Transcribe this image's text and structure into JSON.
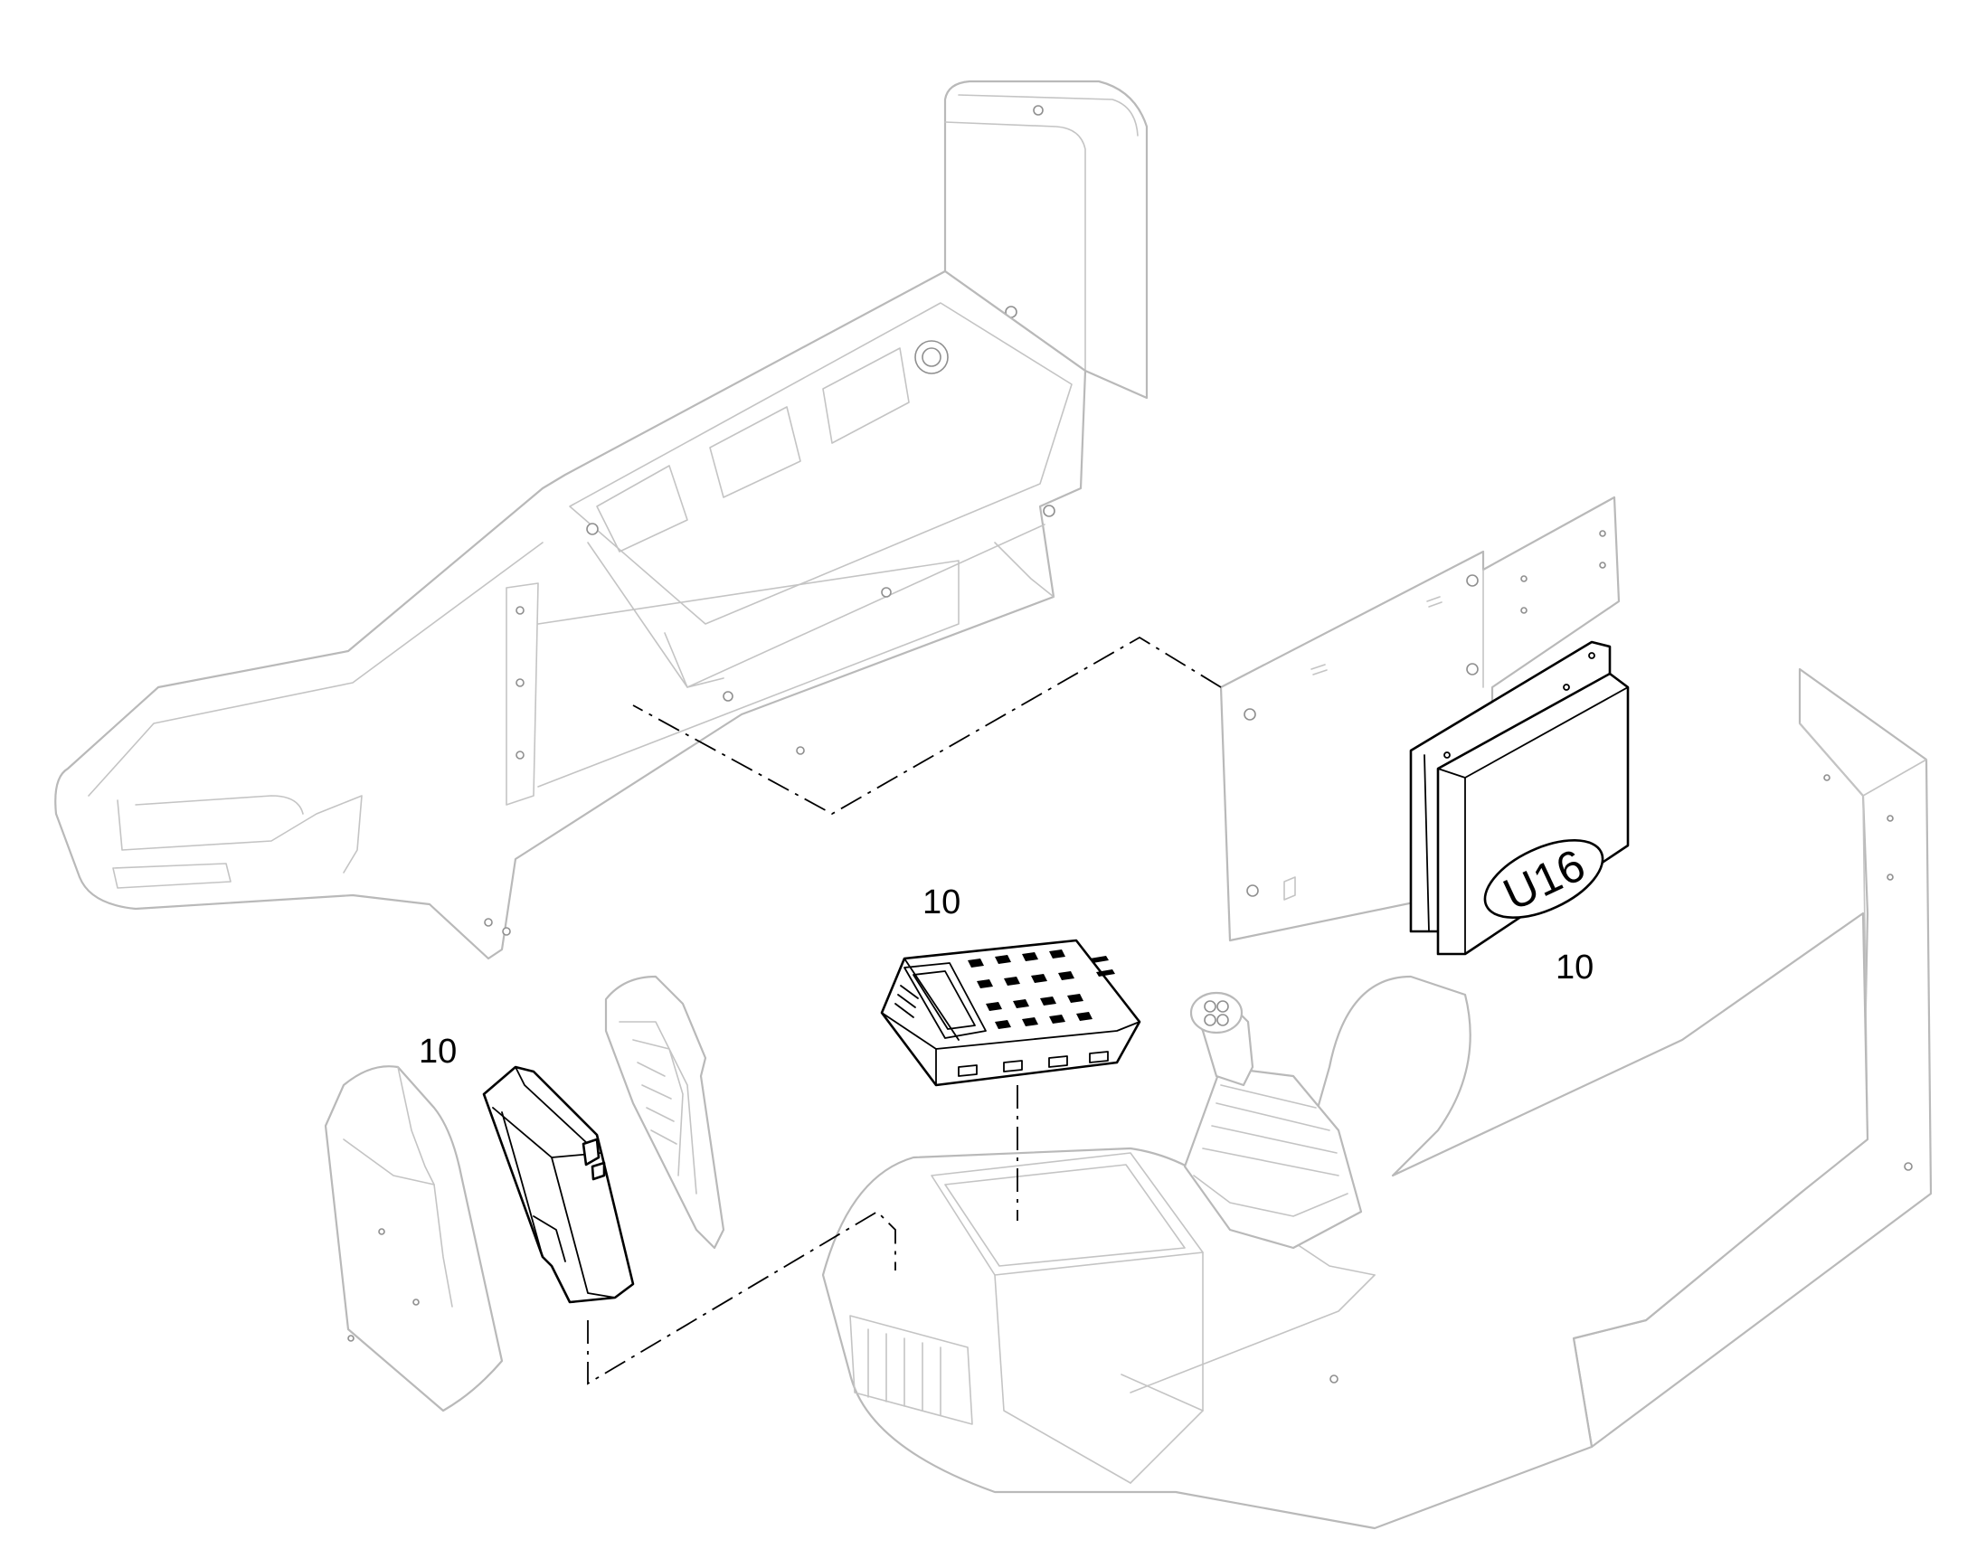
{
  "diagram": {
    "callouts": [
      {
        "id": "connector-module",
        "label": "10"
      },
      {
        "id": "display-unit",
        "label": "10"
      },
      {
        "id": "control-unit",
        "label": "10"
      }
    ],
    "control_unit_badge": "U16",
    "colors": {
      "highlighted_part": "#000000",
      "background_part": "#b9b9b9",
      "background": "#ffffff"
    }
  }
}
